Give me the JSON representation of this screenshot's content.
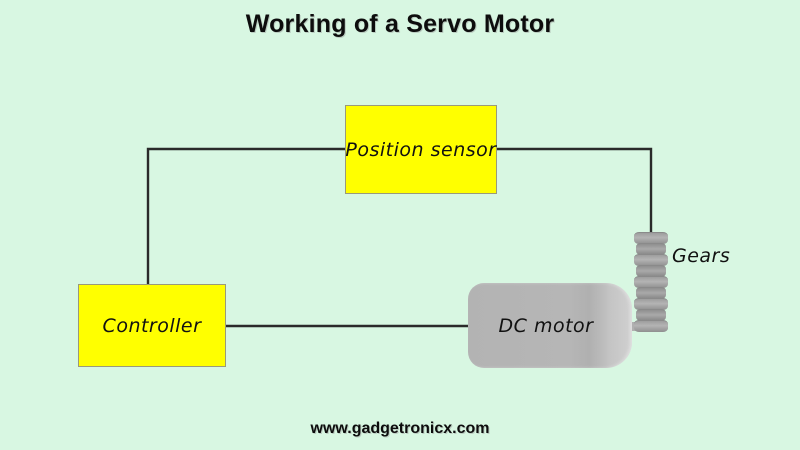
{
  "page": {
    "title": "Working of a Servo Motor",
    "footer": "www.gadgetronicx.com",
    "background_color": "#d8f7e2",
    "title_color": "#0d0d0d"
  },
  "diagram": {
    "type": "block-diagram",
    "subject": "servo motor closed-loop control",
    "blocks": [
      {
        "id": "position-sensor",
        "label": "Position sensor",
        "shape": "rectangle",
        "fill_color": "#ffff00",
        "border_color": "#9a9a7a"
      },
      {
        "id": "controller",
        "label": "Controller",
        "shape": "rectangle",
        "fill_color": "#ffff00",
        "border_color": "#9a9a7a"
      },
      {
        "id": "dc-motor",
        "label": "DC motor",
        "shape": "cylinder",
        "fill_color": "#b3b3b3"
      },
      {
        "id": "gears",
        "label": "Gears",
        "shape": "worm-gear-stack",
        "fill_color": "#9d9d9d",
        "segment_count": 9
      }
    ],
    "connections": [
      {
        "from": "controller",
        "to": "dc-motor",
        "style": "solid-line"
      },
      {
        "from": "dc-motor",
        "to": "gears",
        "style": "shaft"
      },
      {
        "from": "gears",
        "to": "position-sensor",
        "style": "solid-line"
      },
      {
        "from": "position-sensor",
        "to": "controller",
        "style": "solid-line"
      }
    ],
    "wire_color": "#2a2a2a"
  }
}
